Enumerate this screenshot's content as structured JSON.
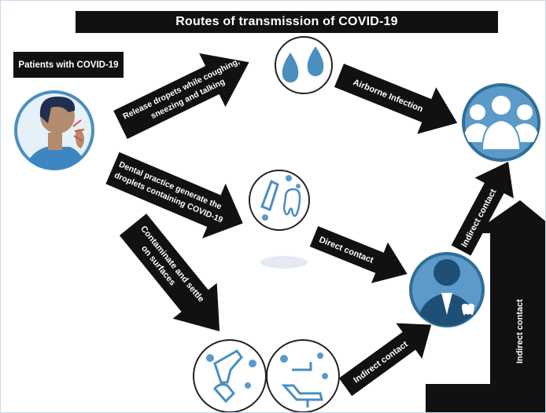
{
  "title": "Routes of transmission of COVID-19",
  "source_label": "Patients with COVID-19",
  "arrows": {
    "release_line1": "Release dropets while coughing,",
    "release_line2": "sneezing and talking",
    "airborne": "Airborne Infection",
    "dental_line1": "Dental practice generate the",
    "dental_line2": "droplets containing COVID-19",
    "contaminate_line1": "Contaminate and settle",
    "contaminate_line2": "on surfaces",
    "direct": "Direct contact",
    "indirect_bottom": "Indirect contact",
    "indirect_top": "Indirect contact",
    "indirect_big": "Indirect contact"
  },
  "icons": {
    "patient": "coughing-patient-icon",
    "droplets": "droplets-icon",
    "group": "people-group-icon",
    "dental": "dental-tools-tooth-icon",
    "dentist": "dentist-icon",
    "surface_tools": "contaminated-tools-icon",
    "dental_chair": "dental-chair-icon"
  },
  "colors": {
    "icon_fill": "#4a8fbf",
    "icon_bg": "#e6f0f8",
    "arrow": "#111111",
    "virus": "#5b9ac9"
  }
}
